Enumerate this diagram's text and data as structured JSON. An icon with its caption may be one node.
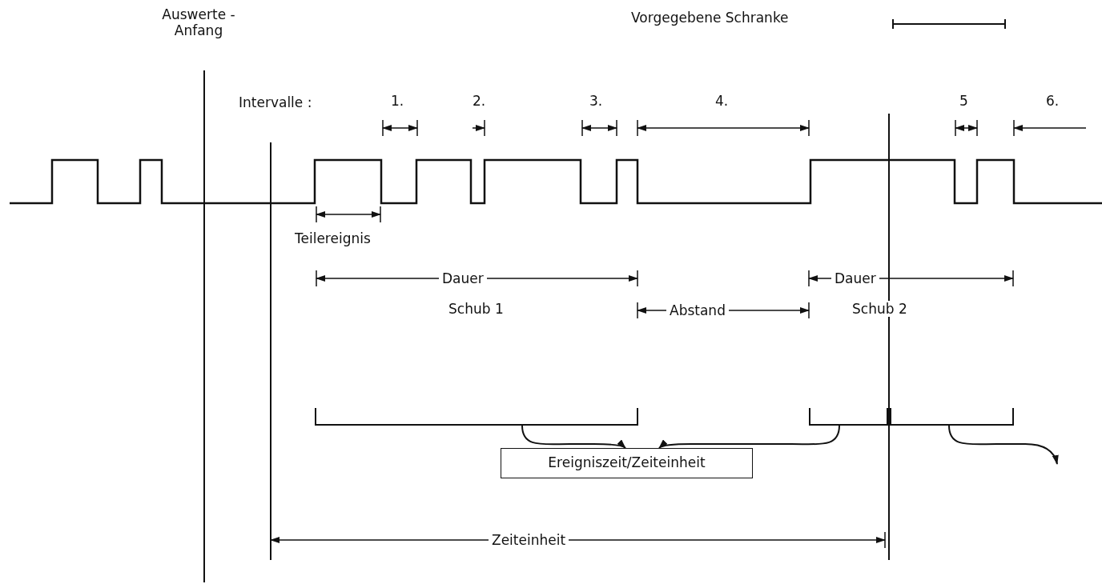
{
  "diagram": {
    "nodes": [
      {
        "text": [
          "Ereigniszeit/Zeiteinheit"
        ]
      },
      {
        "text": [],
        "shape": "bracket"
      },
      {
        "text": [],
        "shape": "bracket"
      }
    ],
    "edges": [
      {
        "from": 1,
        "to": 0,
        "arrow": "to"
      },
      {
        "from": 2,
        "to": 0,
        "arrow": "to"
      },
      {
        "from": 2,
        "to": null,
        "arrow": "to"
      }
    ],
    "labels": [
      "Auswerte - Anfang",
      "Intervalle :",
      "1.",
      "2.",
      "3.",
      "4.",
      "5",
      "6.",
      "Teilereignis",
      "Dauer",
      "Schub 1",
      "Abstand",
      "Dauer",
      "Schub 2",
      "Zeiteinheit"
    ],
    "legend": [
      {
        "text": "Vorgegebene Schranke"
      }
    ]
  }
}
